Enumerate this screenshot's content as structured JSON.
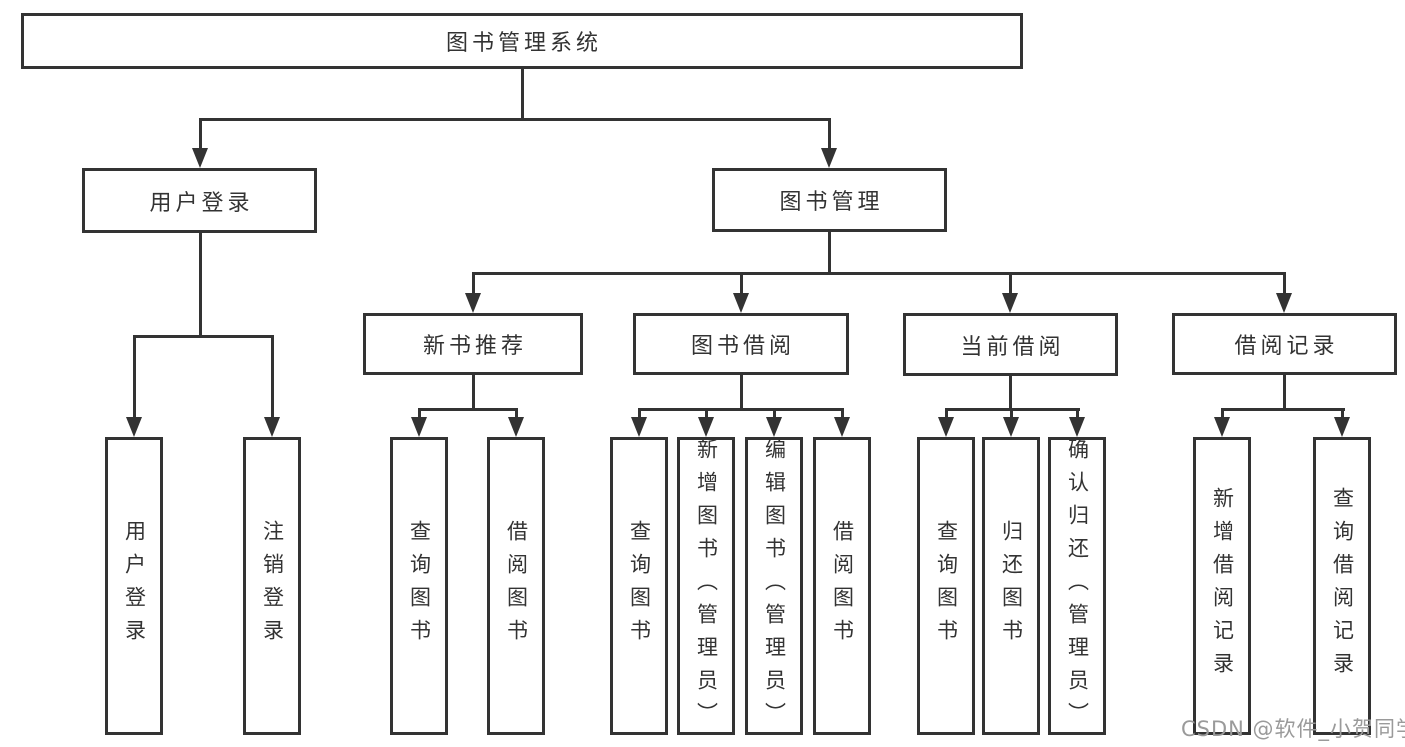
{
  "tree": {
    "root": {
      "label": "图书管理系统",
      "children": [
        {
          "label": "用户登录",
          "children": [
            {
              "label": "用户登录"
            },
            {
              "label": "注销登录"
            }
          ]
        },
        {
          "label": "图书管理",
          "children": [
            {
              "label": "新书推荐",
              "children": [
                {
                  "label": "查询图书"
                },
                {
                  "label": "借阅图书"
                }
              ]
            },
            {
              "label": "图书借阅",
              "children": [
                {
                  "label": "查询图书"
                },
                {
                  "label": "新增图书（管理员）"
                },
                {
                  "label": "编辑图书（管理员）"
                },
                {
                  "label": "借阅图书"
                }
              ]
            },
            {
              "label": "当前借阅",
              "children": [
                {
                  "label": "查询图书"
                },
                {
                  "label": "归还图书"
                },
                {
                  "label": "确认归还（管理员）"
                }
              ]
            },
            {
              "label": "借阅记录",
              "children": [
                {
                  "label": "新增借阅记录"
                },
                {
                  "label": "查询借阅记录"
                }
              ]
            }
          ]
        }
      ]
    }
  },
  "watermark": "CSDN @软件_小贺同学",
  "colors": {
    "line": "#333333",
    "text": "#333333",
    "watermark": "#9a9a9a",
    "background": "#ffffff"
  }
}
